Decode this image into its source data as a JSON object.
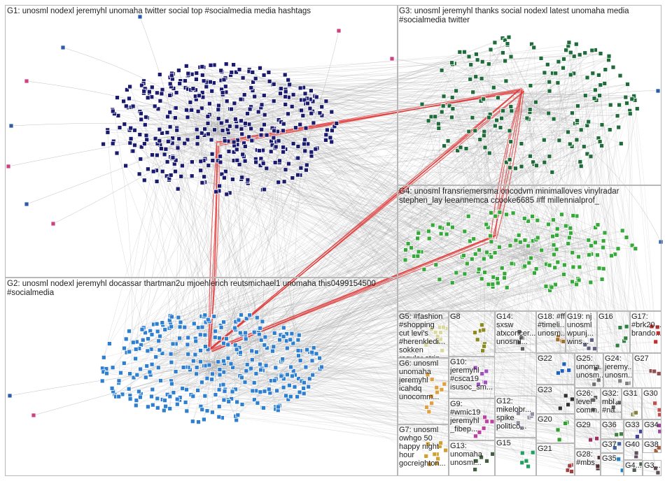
{
  "graph": {
    "groups": [
      {
        "id": "G1",
        "label": "G1: unosml nodexl jeremyhl unomaha twitter social top #socialmedia media hashtags",
        "color": "#1a1a6e",
        "size": 420
      },
      {
        "id": "G2",
        "label": "G2: unosml nodexl jeremyhl docassar thartman2u mjoehlerich reutsmichael1 unomaha this0499154500\n#socialmedia",
        "color": "#2f7fd0",
        "size": 330
      },
      {
        "id": "G3",
        "label": "G3: unosml jeremyhl thanks social nodexl latest unomaha media\n#socialmedia twitter",
        "color": "#1f6b3a",
        "size": 170
      },
      {
        "id": "G4",
        "label": "G4: unosml fransriemersma oncodvm minimalloves vinylradar\nstephen_lay leeannemca ccooke6685 #ff millennialprof_",
        "color": "#37a83a",
        "size": 150
      },
      {
        "id": "G5",
        "label": "G5: #fashion\n#shopping\ncut levi's\n#herenkledi...\nsokken\nregular strip...",
        "color": "#d8d8a0",
        "size": 12
      },
      {
        "id": "G6",
        "label": "G6: unosml\nunomaha\njeremyhl\nicahdq\nunocomm...",
        "color": "#e0a040",
        "size": 10
      },
      {
        "id": "G7",
        "label": "G7: unosml\nowhgo 50\nhappy night\nhour\ngocreighton...",
        "color": "#d0a030",
        "size": 10
      },
      {
        "id": "G8",
        "label": "G8",
        "color": "#8a8a20",
        "size": 8
      },
      {
        "id": "G9",
        "label": "G9:\n#wmic19\njeremyhl\n_fibep...",
        "color": "#c040a0",
        "size": 6
      },
      {
        "id": "G10",
        "label": "G10:\njeremyhl\n#csca19\nisusoc_sm...",
        "color": "#a050c0",
        "size": 6
      },
      {
        "id": "G12",
        "label": "G12:\nmikelobr...\nspike\npolitico...",
        "color": "#9090a0",
        "size": 6
      },
      {
        "id": "G13",
        "label": "G13:\nunomaha\nunosml...",
        "color": "#406040",
        "size": 5
      },
      {
        "id": "G14",
        "label": "G14:\nsxsw\natxconcer...\nunosml...",
        "color": "#606060",
        "size": 6
      },
      {
        "id": "G15",
        "label": "G15",
        "color": "#20a060",
        "size": 5
      },
      {
        "id": "G16",
        "label": "G16",
        "color": "#308040",
        "size": 5
      },
      {
        "id": "G17",
        "label": "G17:\n#brk20...\nbrando...",
        "color": "#c03030",
        "size": 4
      },
      {
        "id": "G18",
        "label": "G18: #ff\n#timeli...\nunosm...",
        "color": "#a07030",
        "size": 4
      },
      {
        "id": "G19",
        "label": "G19: nj\nunosml\nwpunj...\nwins...",
        "color": "#606080",
        "size": 4
      },
      {
        "id": "G20",
        "label": "G20",
        "color": "#30a030",
        "size": 4
      },
      {
        "id": "G21",
        "label": "G21",
        "color": "#a04040",
        "size": 4
      },
      {
        "id": "G22",
        "label": "G22",
        "color": "#2060c0",
        "size": 4
      },
      {
        "id": "G23",
        "label": "G23",
        "color": "#303030",
        "size": 4
      },
      {
        "id": "G24",
        "label": "G24:\njeremy...\nunosm...",
        "color": "#808080",
        "size": 3
      },
      {
        "id": "G25",
        "label": "G25:\nunoma...\nunosm...",
        "color": "#707070",
        "size": 3
      },
      {
        "id": "G26",
        "label": "G26:\nlevel\ncomm...",
        "color": "#606060",
        "size": 3
      },
      {
        "id": "G27",
        "label": "G27",
        "color": "#905050",
        "size": 3
      },
      {
        "id": "G28",
        "label": "G28:\n#mbs...",
        "color": "#503030",
        "size": 3
      },
      {
        "id": "G29",
        "label": "G29",
        "color": "#a03060",
        "size": 3
      },
      {
        "id": "G30",
        "label": "G30",
        "color": "#c05050",
        "size": 3
      },
      {
        "id": "G31",
        "label": "G31",
        "color": "#808040",
        "size": 3
      },
      {
        "id": "G32",
        "label": "G32:\nmbl...\n#na...",
        "color": "#606060",
        "size": 3
      },
      {
        "id": "G33",
        "label": "G33",
        "color": "#4040a0",
        "size": 2
      },
      {
        "id": "G34",
        "label": "G34",
        "color": "#a040a0",
        "size": 2
      },
      {
        "id": "G35",
        "label": "G35",
        "color": "#2080c0",
        "size": 2
      },
      {
        "id": "G36",
        "label": "G36",
        "color": "#408040",
        "size": 2
      },
      {
        "id": "G37",
        "label": "G37",
        "color": "#4060a0",
        "size": 2
      },
      {
        "id": "G38",
        "label": "G38",
        "color": "#a06040",
        "size": 2
      },
      {
        "id": "G40",
        "label": "G40",
        "color": "#605060",
        "size": 2
      },
      {
        "id": "G4x",
        "label": "G4...",
        "color": "#506050",
        "size": 2
      },
      {
        "id": "G3x",
        "label": "G3...",
        "color": "#605050",
        "size": 2
      }
    ],
    "edge_color": "#9a9a9a",
    "highlight_edge_color": "#e03030"
  }
}
